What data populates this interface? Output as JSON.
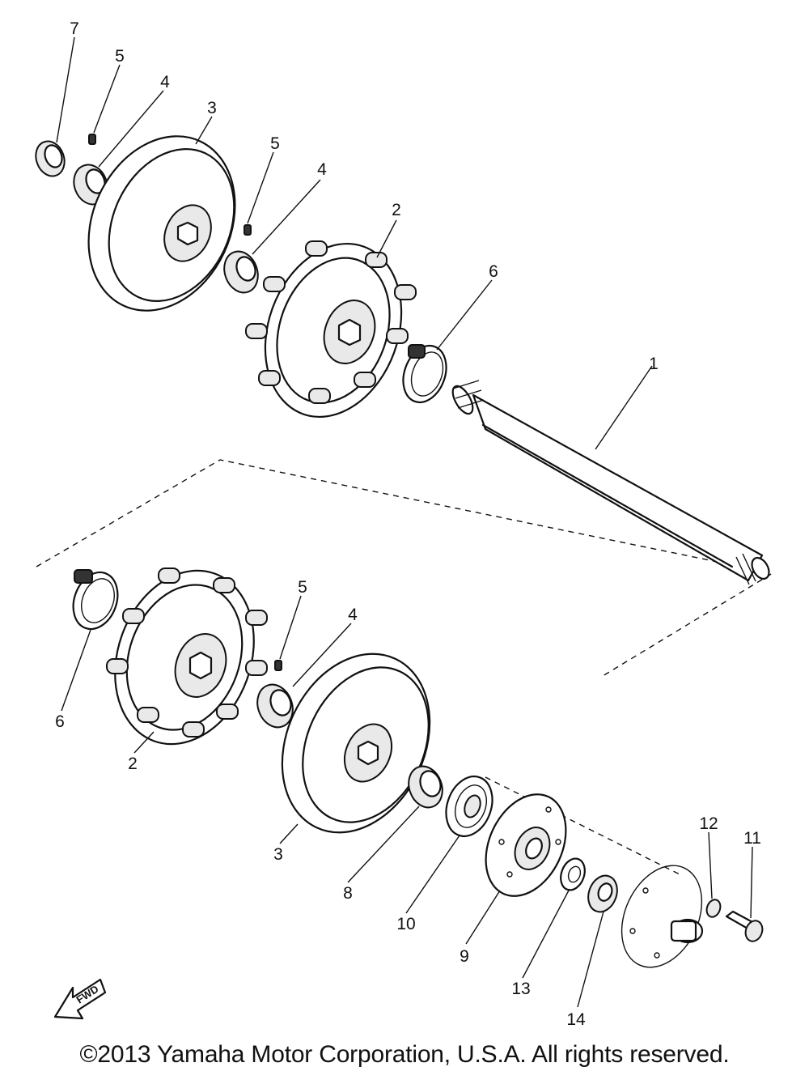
{
  "callouts": {
    "c7": "7",
    "c5a": "5",
    "c4a": "4",
    "c3a": "3",
    "c5b": "5",
    "c4b": "4",
    "c2a": "2",
    "c6a": "6",
    "c1": "1",
    "c5c": "5",
    "c4c": "4",
    "c6b": "6",
    "c2b": "2",
    "c3b": "3",
    "c8": "8",
    "c10": "10",
    "c9": "9",
    "c13": "13",
    "c14": "14",
    "c12": "12",
    "c11": "11"
  },
  "fwd_label": "FWD",
  "copyright": "©2013 Yamaha Motor Corporation, U.S.A. All rights reserved."
}
